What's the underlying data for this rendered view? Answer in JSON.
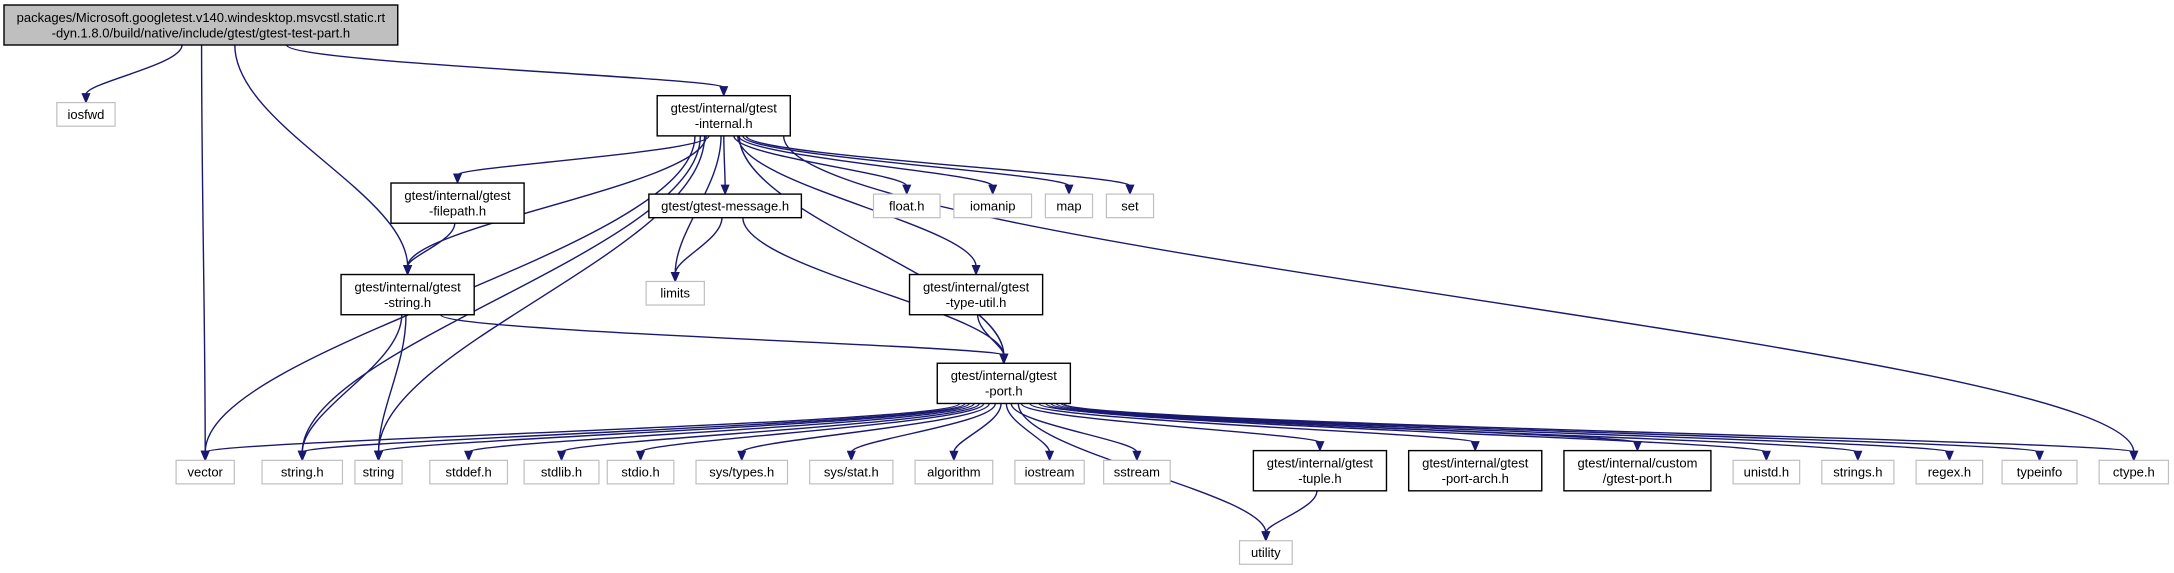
{
  "graph": {
    "edge_color": "#191970",
    "root_fill": "#bfbfbf",
    "header_border": "#000000",
    "system_border": "#bfbfbf",
    "nodes": [
      {
        "id": "root",
        "kind": "root",
        "lines": [
          "packages/Microsoft.googletest.v140.windesktop.msvcstl.static.rt",
          "-dyn.1.8.0/build/native/include/gtest/gtest-test-part.h"
        ]
      },
      {
        "id": "iosfwd",
        "kind": "system",
        "lines": [
          "iosfwd"
        ]
      },
      {
        "id": "internal",
        "kind": "header",
        "lines": [
          "gtest/internal/gtest",
          "-internal.h"
        ]
      },
      {
        "id": "filepath",
        "kind": "header",
        "lines": [
          "gtest/internal/gtest",
          "-filepath.h"
        ]
      },
      {
        "id": "message",
        "kind": "header",
        "lines": [
          "gtest/gtest-message.h"
        ]
      },
      {
        "id": "float",
        "kind": "system",
        "lines": [
          "float.h"
        ]
      },
      {
        "id": "iomanip",
        "kind": "system",
        "lines": [
          "iomanip"
        ]
      },
      {
        "id": "map",
        "kind": "system",
        "lines": [
          "map"
        ]
      },
      {
        "id": "set",
        "kind": "system",
        "lines": [
          "set"
        ]
      },
      {
        "id": "gstring",
        "kind": "header",
        "lines": [
          "gtest/internal/gtest",
          "-string.h"
        ]
      },
      {
        "id": "limits",
        "kind": "system",
        "lines": [
          "limits"
        ]
      },
      {
        "id": "typeutil",
        "kind": "header",
        "lines": [
          "gtest/internal/gtest",
          "-type-util.h"
        ]
      },
      {
        "id": "port",
        "kind": "header",
        "lines": [
          "gtest/internal/gtest",
          "-port.h"
        ]
      },
      {
        "id": "vector",
        "kind": "system",
        "lines": [
          "vector"
        ]
      },
      {
        "id": "stringh",
        "kind": "system",
        "lines": [
          "string.h"
        ]
      },
      {
        "id": "string",
        "kind": "system",
        "lines": [
          "string"
        ]
      },
      {
        "id": "stddef",
        "kind": "system",
        "lines": [
          "stddef.h"
        ]
      },
      {
        "id": "stdlib",
        "kind": "system",
        "lines": [
          "stdlib.h"
        ]
      },
      {
        "id": "stdio",
        "kind": "system",
        "lines": [
          "stdio.h"
        ]
      },
      {
        "id": "systypes",
        "kind": "system",
        "lines": [
          "sys/types.h"
        ]
      },
      {
        "id": "sysstat",
        "kind": "system",
        "lines": [
          "sys/stat.h"
        ]
      },
      {
        "id": "algorithm",
        "kind": "system",
        "lines": [
          "algorithm"
        ]
      },
      {
        "id": "iostream",
        "kind": "system",
        "lines": [
          "iostream"
        ]
      },
      {
        "id": "sstream",
        "kind": "system",
        "lines": [
          "sstream"
        ]
      },
      {
        "id": "tuple",
        "kind": "header",
        "lines": [
          "gtest/internal/gtest",
          "-tuple.h"
        ]
      },
      {
        "id": "portarch",
        "kind": "header",
        "lines": [
          "gtest/internal/gtest",
          "-port-arch.h"
        ]
      },
      {
        "id": "customport",
        "kind": "header",
        "lines": [
          "gtest/internal/custom",
          "/gtest-port.h"
        ]
      },
      {
        "id": "unistd",
        "kind": "system",
        "lines": [
          "unistd.h"
        ]
      },
      {
        "id": "strings",
        "kind": "system",
        "lines": [
          "strings.h"
        ]
      },
      {
        "id": "regex",
        "kind": "system",
        "lines": [
          "regex.h"
        ]
      },
      {
        "id": "typeinfo",
        "kind": "system",
        "lines": [
          "typeinfo"
        ]
      },
      {
        "id": "ctype",
        "kind": "system",
        "lines": [
          "ctype.h"
        ]
      },
      {
        "id": "utility",
        "kind": "system",
        "lines": [
          "utility"
        ]
      }
    ],
    "edges": [
      [
        "root",
        "iosfwd"
      ],
      [
        "root",
        "internal"
      ],
      [
        "root",
        "gstring"
      ],
      [
        "root",
        "vector"
      ],
      [
        "internal",
        "filepath"
      ],
      [
        "internal",
        "message"
      ],
      [
        "internal",
        "float"
      ],
      [
        "internal",
        "iomanip"
      ],
      [
        "internal",
        "map"
      ],
      [
        "internal",
        "set"
      ],
      [
        "internal",
        "gstring"
      ],
      [
        "internal",
        "limits"
      ],
      [
        "internal",
        "typeutil"
      ],
      [
        "internal",
        "port"
      ],
      [
        "internal",
        "vector"
      ],
      [
        "internal",
        "stringh"
      ],
      [
        "internal",
        "string"
      ],
      [
        "internal",
        "ctype"
      ],
      [
        "filepath",
        "gstring"
      ],
      [
        "message",
        "limits"
      ],
      [
        "message",
        "port"
      ],
      [
        "gstring",
        "port"
      ],
      [
        "gstring",
        "stringh"
      ],
      [
        "gstring",
        "string"
      ],
      [
        "typeutil",
        "port"
      ],
      [
        "port",
        "vector"
      ],
      [
        "port",
        "stringh"
      ],
      [
        "port",
        "string"
      ],
      [
        "port",
        "stddef"
      ],
      [
        "port",
        "stdlib"
      ],
      [
        "port",
        "stdio"
      ],
      [
        "port",
        "systypes"
      ],
      [
        "port",
        "sysstat"
      ],
      [
        "port",
        "algorithm"
      ],
      [
        "port",
        "iostream"
      ],
      [
        "port",
        "sstream"
      ],
      [
        "port",
        "tuple"
      ],
      [
        "port",
        "portarch"
      ],
      [
        "port",
        "customport"
      ],
      [
        "port",
        "unistd"
      ],
      [
        "port",
        "strings"
      ],
      [
        "port",
        "regex"
      ],
      [
        "port",
        "typeinfo"
      ],
      [
        "port",
        "ctype"
      ],
      [
        "port",
        "utility"
      ],
      [
        "tuple",
        "utility"
      ]
    ]
  }
}
